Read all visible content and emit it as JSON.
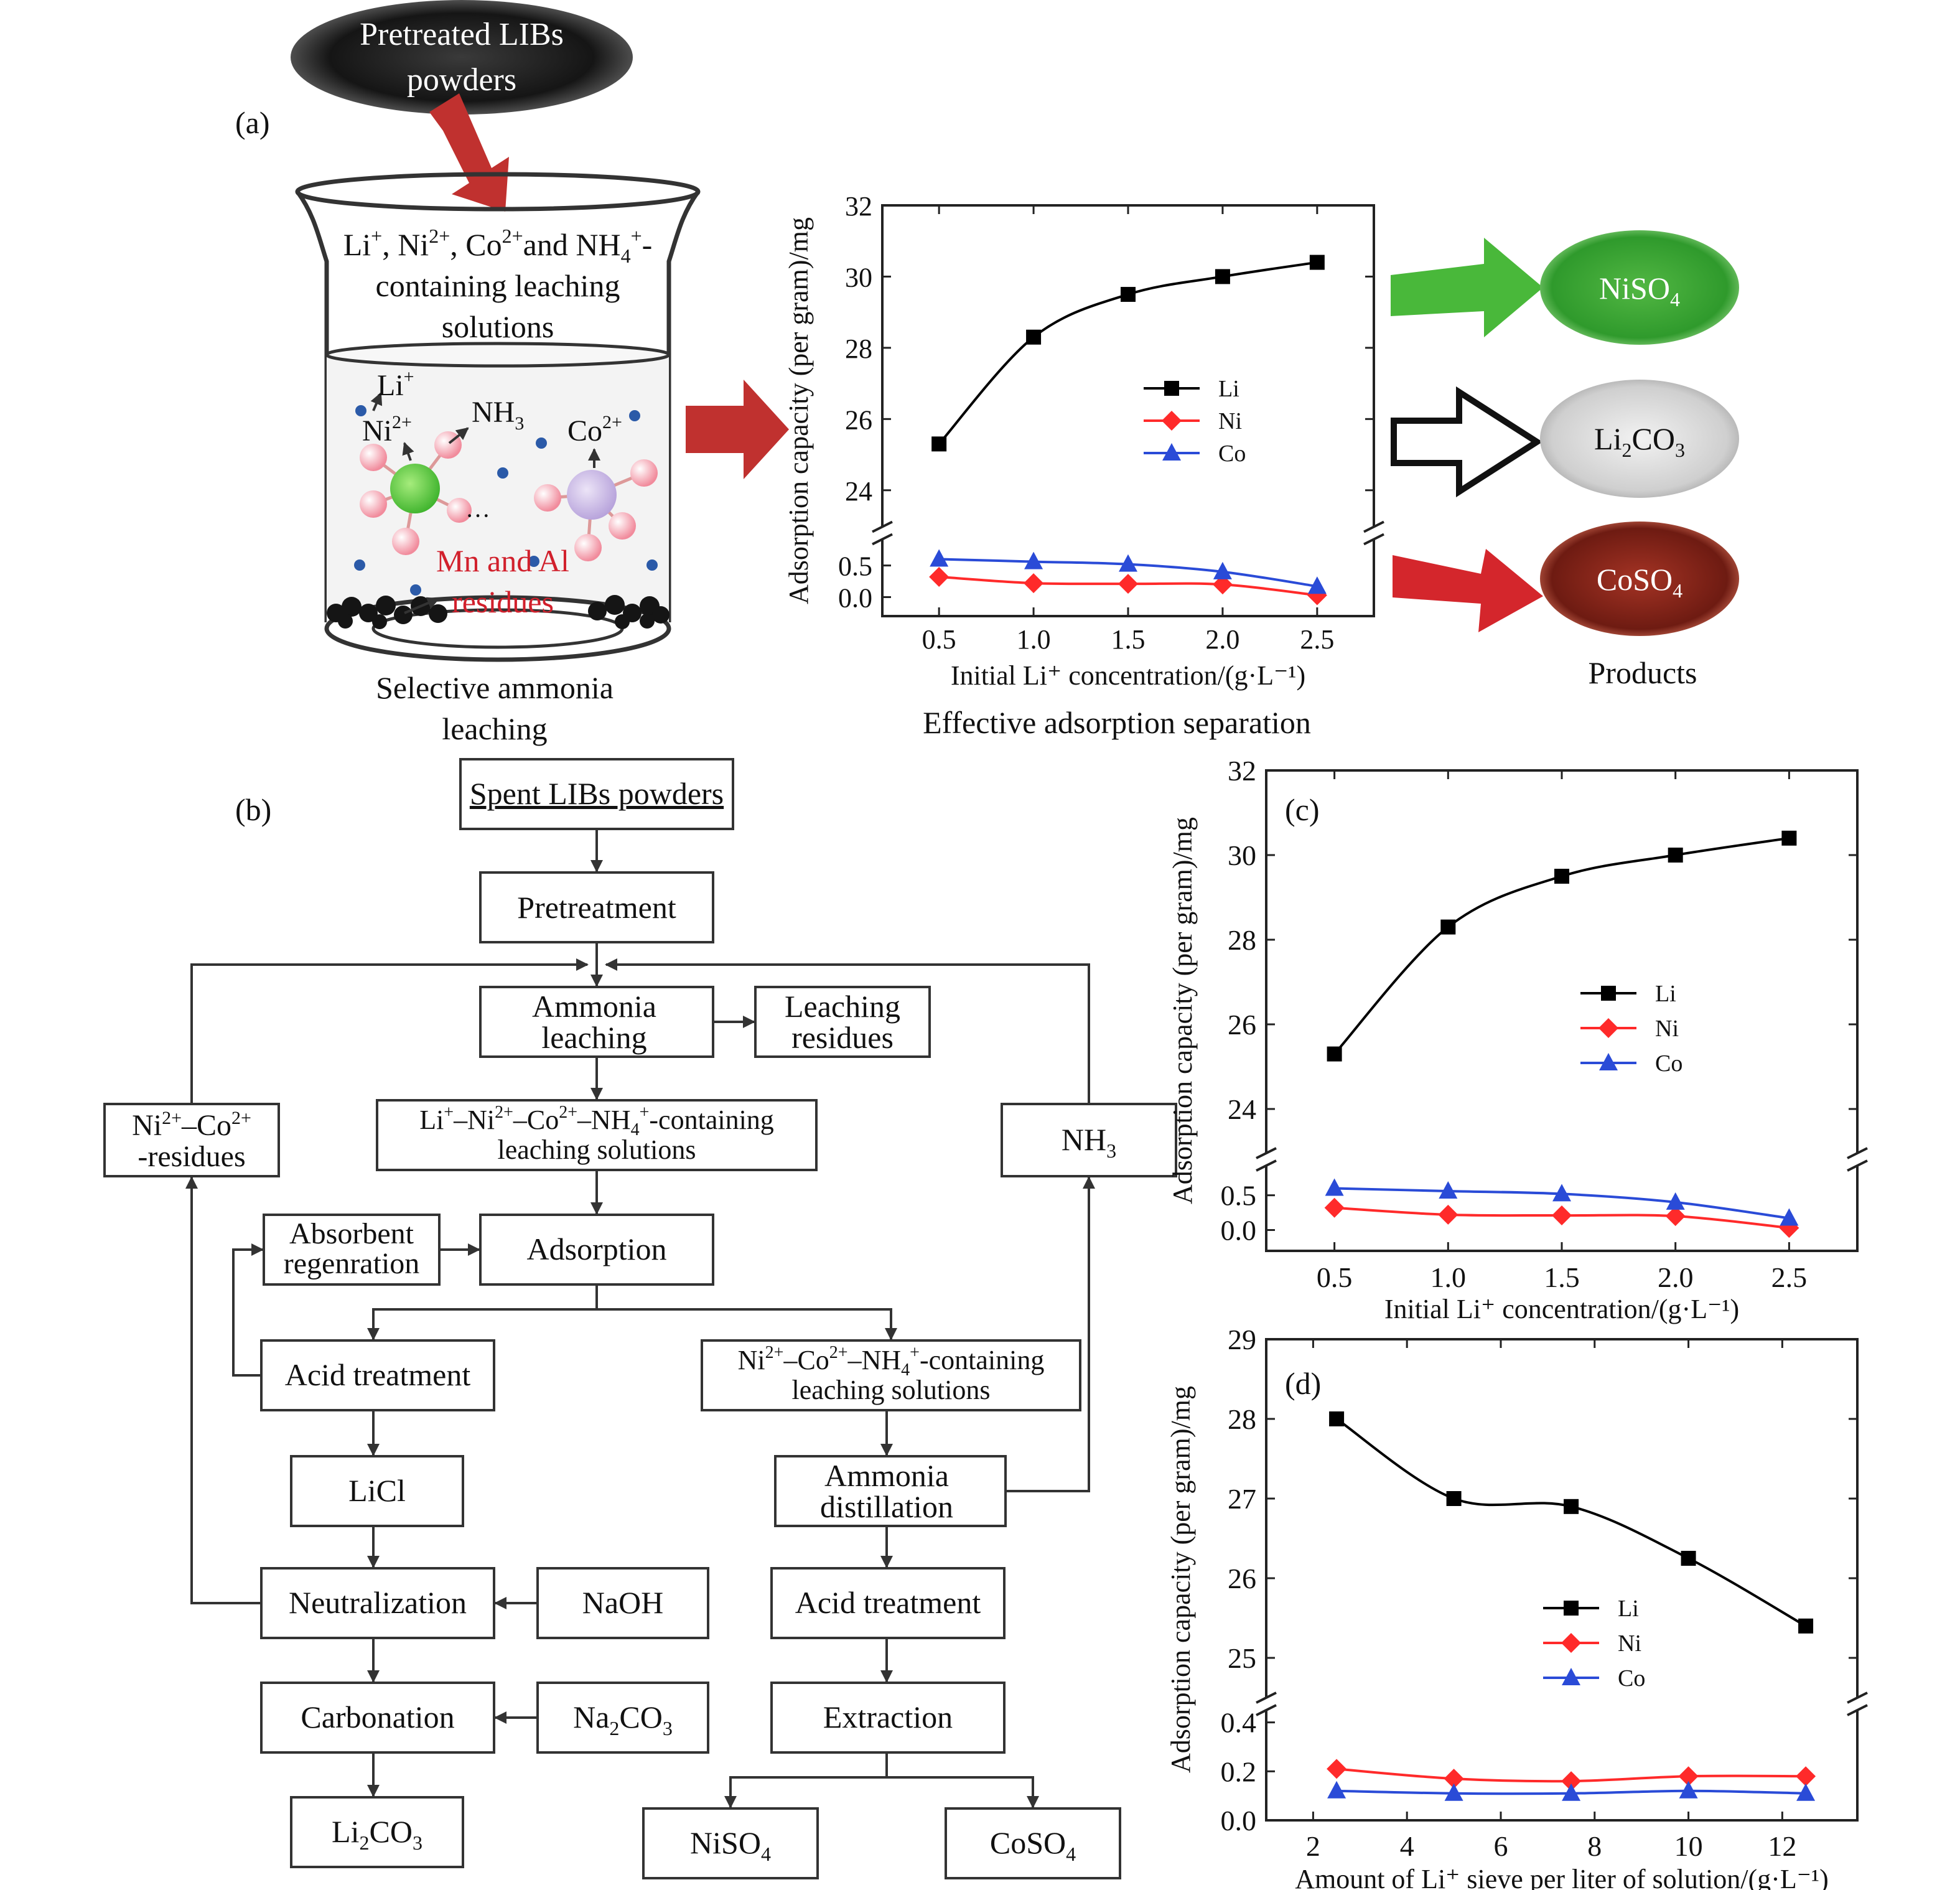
{
  "panel_a": {
    "label": "(a)",
    "powder": [
      "Pretreated LIBs",
      "powders"
    ],
    "beaker_text": [
      "containing leaching",
      "solutions"
    ],
    "ions": {
      "li": "Li",
      "ni": "Ni",
      "nh": "NH",
      "co": "Co"
    },
    "residue": [
      "Mn and Al",
      "residues"
    ],
    "caption": [
      "Selective ammonia",
      "leaching"
    ],
    "chart_caption": "Effective adsorption separation",
    "products_title": "Products"
  },
  "panel_b": {
    "label": "(b)",
    "flow": {
      "spent": "Spent LIBs powders",
      "pretreatment": "Pretreatment",
      "ammonia_leaching": [
        "Ammonia",
        "leaching"
      ],
      "leaching_residues": [
        "Leaching",
        "residues"
      ],
      "li_solution_line2": "leaching solutions",
      "nico_res_line2": "-residues",
      "absorbent": [
        "Absorbent",
        "regenration"
      ],
      "adsorption": "Adsorption",
      "acid_treatment": "Acid treatment",
      "ni_solution_line2": "leaching solutions",
      "licl": "LiCl",
      "ammonia_distillation": [
        "Ammonia",
        "distillation"
      ],
      "neutralization": "Neutralization",
      "naoh": "NaOH",
      "acid_treatment_2": "Acid treatment",
      "carbonation": "Carbonation",
      "extraction": "Extraction"
    }
  },
  "chart_data": [
    {
      "id": "a",
      "type": "line",
      "xlabel": "Initial Li⁺ concentration/(g·L⁻¹)",
      "ylabel": "Adsorption capacity (per gram)/mg",
      "x": [
        0.5,
        1.0,
        1.5,
        2.0,
        2.5
      ],
      "x_ticks": [
        "0.5",
        "1.0",
        "1.5",
        "2.0",
        "2.5"
      ],
      "y_ticks_upper": [
        "24",
        "26",
        "28",
        "30",
        "32"
      ],
      "y_ticks_lower": [
        "0.0",
        "0.5"
      ],
      "broken_y_axis": true,
      "ylim_upper": [
        23,
        32
      ],
      "ylim_lower": [
        -0.3,
        0.9
      ],
      "legend_position": "center-right",
      "series": [
        {
          "name": "Li",
          "color": "#000000",
          "marker": "square",
          "values": [
            25.3,
            28.3,
            29.5,
            30.0,
            30.4
          ]
        },
        {
          "name": "Ni",
          "color": "#ff2a2a",
          "marker": "diamond",
          "values": [
            0.32,
            0.22,
            0.21,
            0.2,
            0.03
          ]
        },
        {
          "name": "Co",
          "color": "#2a4bd7",
          "marker": "triangle",
          "values": [
            0.6,
            0.56,
            0.52,
            0.4,
            0.17
          ]
        }
      ]
    },
    {
      "id": "c",
      "type": "line",
      "panel_label": "(c)",
      "xlabel": "Initial Li⁺ concentration/(g·L⁻¹)",
      "ylabel": "Adsorption capacity (per gram)/mg",
      "x": [
        0.5,
        1.0,
        1.5,
        2.0,
        2.5
      ],
      "x_ticks": [
        "0.5",
        "1.0",
        "1.5",
        "2.0",
        "2.5"
      ],
      "y_ticks_upper": [
        "24",
        "26",
        "28",
        "30",
        "32"
      ],
      "y_ticks_lower": [
        "0.0",
        "0.5"
      ],
      "broken_y_axis": true,
      "ylim_upper": [
        23,
        32
      ],
      "ylim_lower": [
        -0.3,
        0.9
      ],
      "legend_position": "center-right",
      "series": [
        {
          "name": "Li",
          "color": "#000000",
          "marker": "square",
          "values": [
            25.3,
            28.3,
            29.5,
            30.0,
            30.4
          ]
        },
        {
          "name": "Ni",
          "color": "#ff2a2a",
          "marker": "diamond",
          "values": [
            0.32,
            0.22,
            0.21,
            0.2,
            0.03
          ]
        },
        {
          "name": "Co",
          "color": "#2a4bd7",
          "marker": "triangle",
          "values": [
            0.6,
            0.56,
            0.52,
            0.4,
            0.17
          ]
        }
      ]
    },
    {
      "id": "d",
      "type": "line",
      "panel_label": "(d)",
      "xlabel": "Amount of Li⁺ sieve per liter of solution/(g·L⁻¹)",
      "ylabel": "Adsorption capacity (per gram)/mg",
      "x": [
        2.5,
        5,
        7.5,
        10,
        12.5
      ],
      "x_ticks": [
        "2",
        "4",
        "6",
        "8",
        "10",
        "12"
      ],
      "y_ticks_upper": [
        "25",
        "26",
        "27",
        "28",
        "29"
      ],
      "y_ticks_lower": [
        "0.0",
        "0.2",
        "0.4"
      ],
      "broken_y_axis": true,
      "ylim_upper": [
        24.5,
        29
      ],
      "ylim_lower": [
        0,
        0.45
      ],
      "legend_position": "center-right",
      "series": [
        {
          "name": "Li",
          "color": "#000000",
          "marker": "square",
          "values": [
            28.0,
            27.0,
            26.9,
            26.25,
            25.4
          ]
        },
        {
          "name": "Ni",
          "color": "#ff2a2a",
          "marker": "diamond",
          "values": [
            0.21,
            0.17,
            0.16,
            0.18,
            0.18
          ]
        },
        {
          "name": "Co",
          "color": "#2a4bd7",
          "marker": "triangle",
          "values": [
            0.12,
            0.11,
            0.11,
            0.12,
            0.11
          ]
        }
      ]
    }
  ],
  "colors": {
    "red_arrow": "#c0312f",
    "green_arrow": "#49b83a",
    "ni_particle": "#5fcf3a",
    "co_particle": "#c7b5e6",
    "bond_particle": "#f4a6b2",
    "nh3_particle": "#2b5aa8",
    "residue_text": "#d1202c"
  }
}
